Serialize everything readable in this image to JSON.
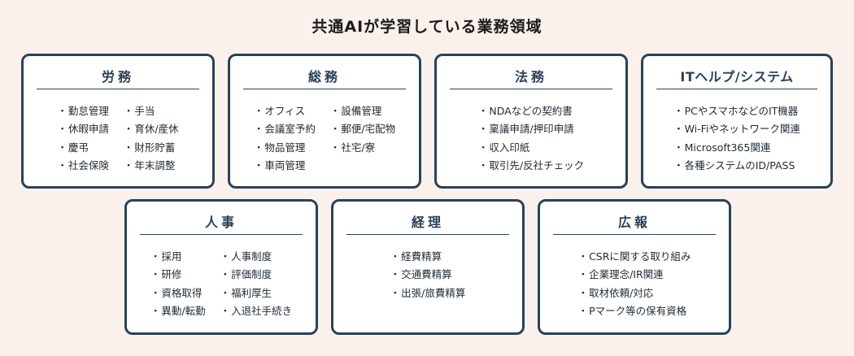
{
  "title": "共通AIが学習している業務領域",
  "cards": [
    {
      "heading": "労務",
      "columns": [
        [
          "勤怠管理",
          "休暇申請",
          "慶弔",
          "社会保険"
        ],
        [
          "手当",
          "育休/産休",
          "財形貯蓄",
          "年末調整"
        ]
      ]
    },
    {
      "heading": "総務",
      "columns": [
        [
          "オフィス",
          "会議室予約",
          "物品管理",
          "車両管理"
        ],
        [
          "設備管理",
          "郵便/宅配物",
          "社宅/寮"
        ]
      ]
    },
    {
      "heading": "法務",
      "columns": [
        [
          "NDAなどの契約書",
          "稟議申請/押印申請",
          "収入印紙",
          "取引先/反社チェック"
        ]
      ]
    },
    {
      "heading": "ITヘルプ/システム",
      "columns": [
        [
          "PCやスマホなどのIT機器",
          "Wi-Fiやネットワーク関連",
          "Microsoft365関連",
          "各種システムのID/PASS"
        ]
      ]
    },
    {
      "heading": "人事",
      "columns": [
        [
          "採用",
          "研修",
          "資格取得",
          "異動/転勤"
        ],
        [
          "人事制度",
          "評価制度",
          "福利厚生",
          "入退社手続き"
        ]
      ]
    },
    {
      "heading": "経理",
      "columns": [
        [
          "経費精算",
          "交通費精算",
          "出張/旅費精算"
        ]
      ]
    },
    {
      "heading": "広報",
      "columns": [
        [
          "CSRに関する取り組み",
          "企業理念/IR関連",
          "取材依頼/対応",
          "Pマーク等の保有資格"
        ]
      ]
    }
  ]
}
